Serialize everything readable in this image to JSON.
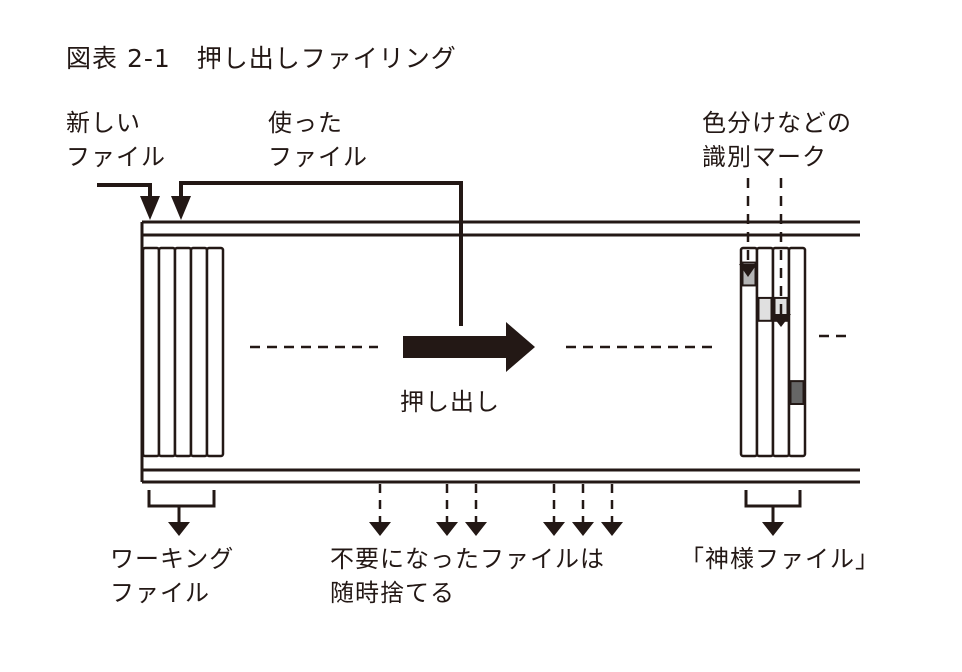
{
  "title": "図表 2-1　押し出しファイリング",
  "labels": {
    "new_file": "新しい\nファイル",
    "used_file": "使った\nファイル",
    "mark": "色分けなどの\n識別マーク",
    "push": "押し出し",
    "working": "ワーキング\nファイル",
    "discard": "不要になったファイルは\n随時捨てる",
    "god": "「神様ファイル」"
  },
  "colors": {
    "ink": "#231815",
    "mark_light": "#b5b5b5",
    "mark_pale": "#e0e0e0",
    "mark_dark": "#666666"
  },
  "working_files_count": 5,
  "god_files": [
    {
      "mark": "light",
      "mark_pos": [
        0.07,
        0.18
      ]
    },
    {
      "mark": "pale",
      "mark_pos": [
        0.24,
        0.35
      ]
    },
    {
      "mark": "pale",
      "mark_pos": [
        0.24,
        0.35
      ]
    },
    {
      "mark": "dark",
      "mark_pos": [
        0.64,
        0.75
      ]
    }
  ],
  "discard_arrows_count": 6
}
